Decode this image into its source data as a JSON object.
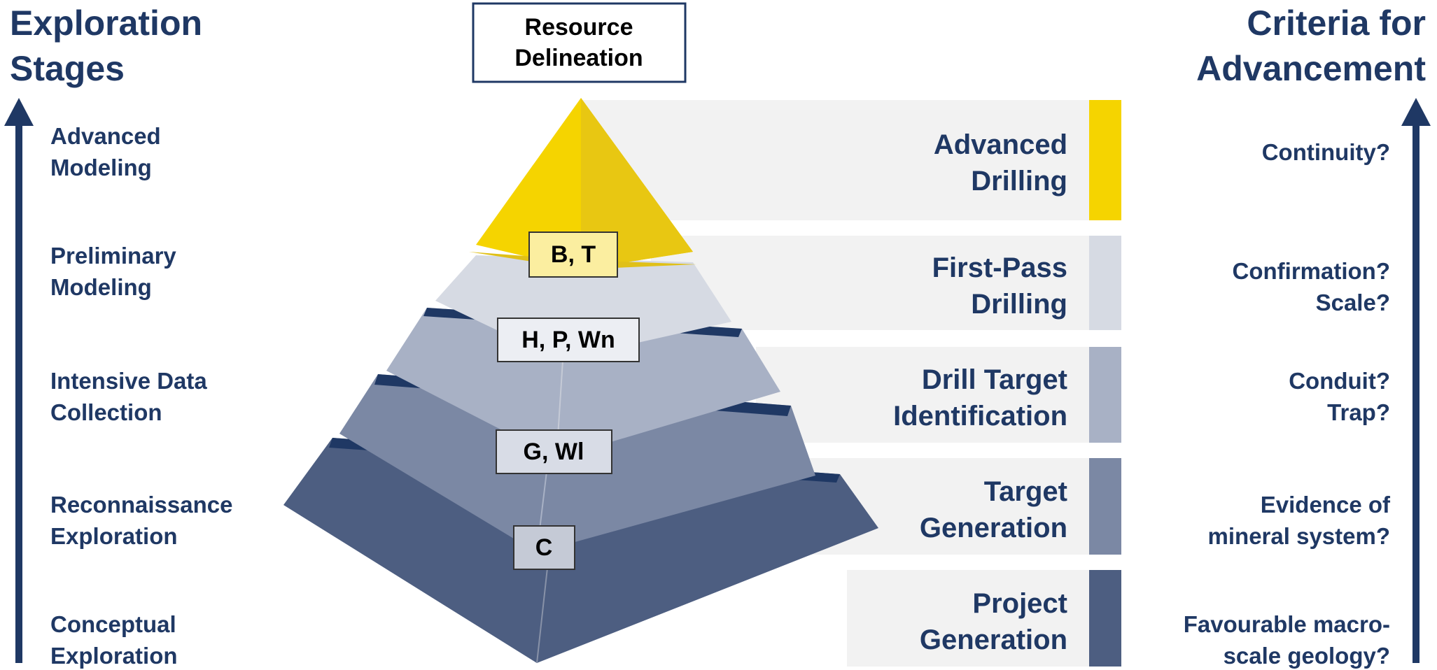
{
  "colors": {
    "navy": "#1f3864",
    "yellow": "#f5d400",
    "panel": "#f2f2f2",
    "level_colors": [
      "#f5d400",
      "#d6dae3",
      "#a8b1c5",
      "#7b88a4",
      "#4d5e81"
    ]
  },
  "left_title": [
    "Exploration",
    "Stages"
  ],
  "right_title": [
    "Criteria for",
    "Advancement"
  ],
  "top_box": [
    "Resource",
    "Delineation"
  ],
  "stages": [
    {
      "label": [
        "Advanced",
        "Modeling"
      ],
      "panel": [
        "Advanced",
        "Drilling"
      ],
      "criteria": [
        "Continuity?"
      ]
    },
    {
      "label": [
        "Preliminary",
        "Modeling"
      ],
      "panel": [
        "First-Pass",
        "Drilling"
      ],
      "criteria": [
        "Confirmation?",
        "Scale?"
      ]
    },
    {
      "label": [
        "Intensive Data",
        "Collection"
      ],
      "panel": [
        "Drill Target",
        "Identification"
      ],
      "criteria": [
        "Conduit?",
        "Trap?"
      ]
    },
    {
      "label": [
        "Reconnaissance",
        "Exploration"
      ],
      "panel": [
        "Target",
        "Generation"
      ],
      "criteria": [
        "Evidence of",
        "mineral system?"
      ]
    },
    {
      "label": [
        "Conceptual",
        "Exploration"
      ],
      "panel": [
        "Project",
        "Generation"
      ],
      "criteria": [
        "Favourable macro-",
        "scale geology?"
      ]
    }
  ],
  "pyramid_labels": [
    "B, T",
    "H, P, Wn",
    "G, Wl",
    "C"
  ]
}
